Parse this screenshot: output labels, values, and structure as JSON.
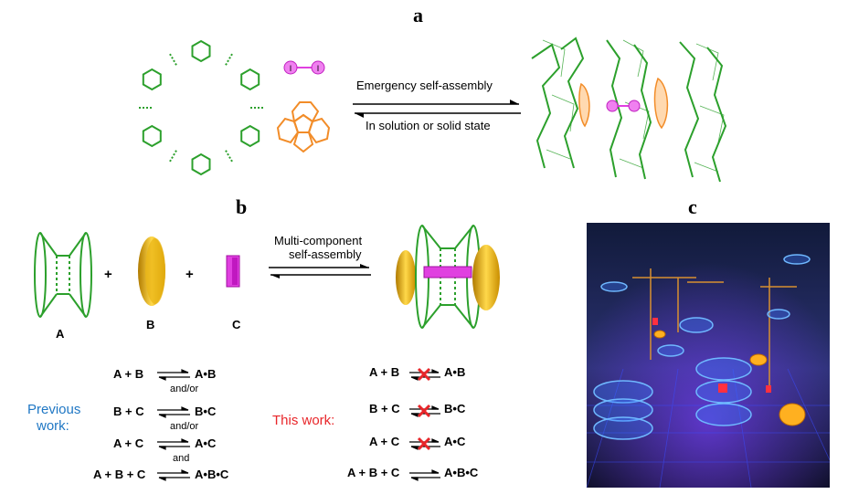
{
  "panels": {
    "a": "a",
    "b": "b",
    "c": "c"
  },
  "panel_a": {
    "arrow_top": "Emergency self-assembly",
    "arrow_bottom": "In solution or solid state",
    "iodine_atom": "I"
  },
  "panel_b": {
    "components": {
      "a": "A",
      "b": "B",
      "c": "C"
    },
    "plus": "+",
    "arrow_top_line1": "Multi-component",
    "arrow_top_line2": "self-assembly"
  },
  "previous_work": {
    "label_line1": "Previous",
    "label_line2": "work:",
    "label_color": "#1f77c4",
    "rows": [
      {
        "left": "A + B",
        "right": "A•B",
        "connector": "and/or"
      },
      {
        "left": "B + C",
        "right": "B•C",
        "connector": "and/or"
      },
      {
        "left": "A + C",
        "right": "A•C",
        "connector": "and"
      },
      {
        "left": "A + B + C",
        "right": "A•B•C",
        "connector": ""
      }
    ]
  },
  "this_work": {
    "label": "This work:",
    "label_color": "#e8262a",
    "rows": [
      {
        "left": "A + B",
        "right": "A•B",
        "blocked": true
      },
      {
        "left": "B + C",
        "right": "B•C",
        "blocked": true
      },
      {
        "left": "A + C",
        "right": "A•C",
        "blocked": true
      },
      {
        "left": "A + B + C",
        "right": "A•B•C",
        "blocked": false
      }
    ]
  },
  "colors": {
    "macrocycle": "#2ca02c",
    "guest_bowl": "#f28c28",
    "iodine": "#e040e0",
    "gold": "#e0a800"
  }
}
